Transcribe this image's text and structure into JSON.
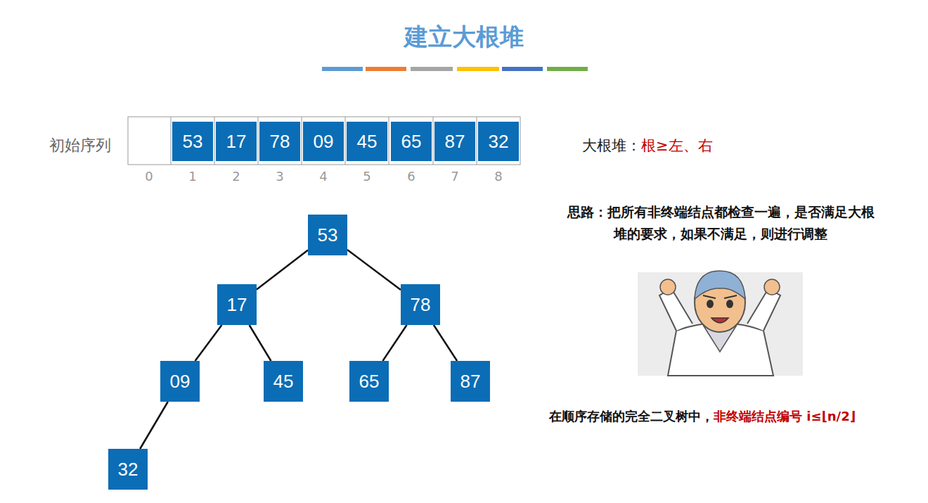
{
  "diagram": {
    "title": "建立大根堆",
    "nodes": [
      {
        "text": [
          "53"
        ]
      },
      {
        "text": [
          "17"
        ]
      },
      {
        "text": [
          "78"
        ]
      },
      {
        "text": [
          "09"
        ]
      },
      {
        "text": [
          "45"
        ]
      },
      {
        "text": [
          "65"
        ]
      },
      {
        "text": [
          "87"
        ]
      },
      {
        "text": [
          "32"
        ]
      },
      {
        "text": [
          "53"
        ]
      },
      {
        "text": [
          "17"
        ]
      },
      {
        "text": [
          "78"
        ]
      },
      {
        "text": [
          "09"
        ]
      },
      {
        "text": [
          "45"
        ]
      },
      {
        "text": [
          "65"
        ]
      },
      {
        "text": [
          "87"
        ]
      },
      {
        "text": [
          "32"
        ]
      }
    ],
    "edges": [
      {
        "from": 8,
        "to": 9,
        "arrow": "none"
      },
      {
        "from": 8,
        "to": 10,
        "arrow": "none"
      },
      {
        "from": 9,
        "to": 11,
        "arrow": "none"
      },
      {
        "from": 9,
        "to": 12,
        "arrow": "none"
      },
      {
        "from": 10,
        "to": 13,
        "arrow": "none"
      },
      {
        "from": 10,
        "to": 14,
        "arrow": "none"
      },
      {
        "from": 11,
        "to": 15,
        "arrow": "none"
      }
    ],
    "labels": [
      "初始序列",
      "0",
      "1",
      "2",
      "3",
      "4",
      "5",
      "6",
      "7",
      "8",
      "大根堆：",
      "根≥左、右",
      "思路：把所有非终端结点都检查一遍，是否满足大根堆的要求，如果不满足，则进行调整",
      "在顺序存储的完全二叉树中，",
      "非终端结点编号 i≤⌊n/2⌋"
    ]
  }
}
